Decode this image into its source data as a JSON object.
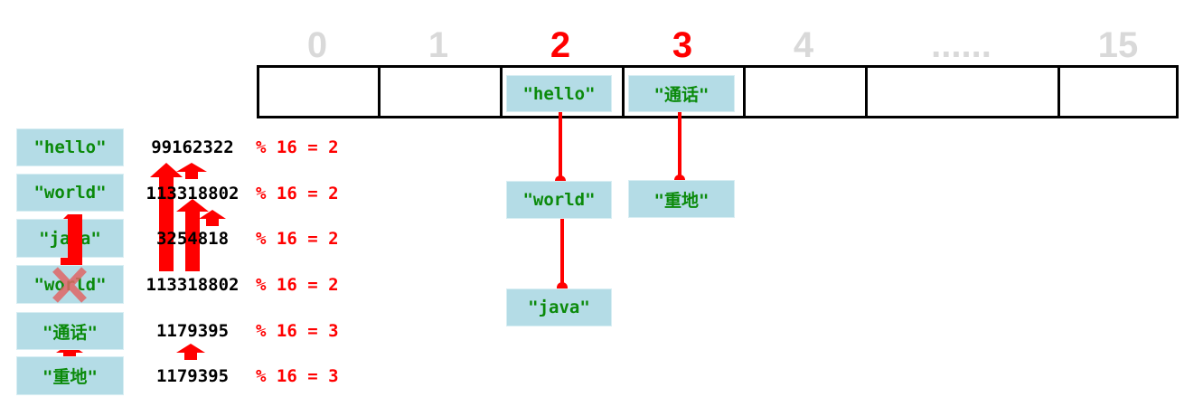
{
  "table": {
    "indices": [
      {
        "label": "0",
        "highlight": false
      },
      {
        "label": "1",
        "highlight": false
      },
      {
        "label": "2",
        "highlight": true
      },
      {
        "label": "3",
        "highlight": true
      },
      {
        "label": "4",
        "highlight": false
      },
      {
        "label": "......",
        "highlight": false
      },
      {
        "label": "15",
        "highlight": false
      }
    ]
  },
  "entries": [
    {
      "key": "\"hello\"",
      "hash": "99162322",
      "mod": "% 16 = 2"
    },
    {
      "key": "\"world\"",
      "hash": "113318802",
      "mod": "% 16 = 2"
    },
    {
      "key": "\"java\"",
      "hash": "3254818",
      "mod": "% 16 = 2"
    },
    {
      "key": "\"world\"",
      "hash": "113318802",
      "mod": "% 16 = 2"
    },
    {
      "key": "\"通话\"",
      "hash": "1179395",
      "mod": "% 16 = 3"
    },
    {
      "key": "\"重地\"",
      "hash": "1179395",
      "mod": "% 16 = 3"
    }
  ],
  "buckets": {
    "b2": [
      "\"hello\"",
      "\"world\"",
      "\"java\""
    ],
    "b3": [
      "\"通话\"",
      "\"重地\""
    ]
  },
  "colors": {
    "accent": "#ff0000",
    "box": "#b4dce6",
    "text": "#0b8a0b"
  }
}
